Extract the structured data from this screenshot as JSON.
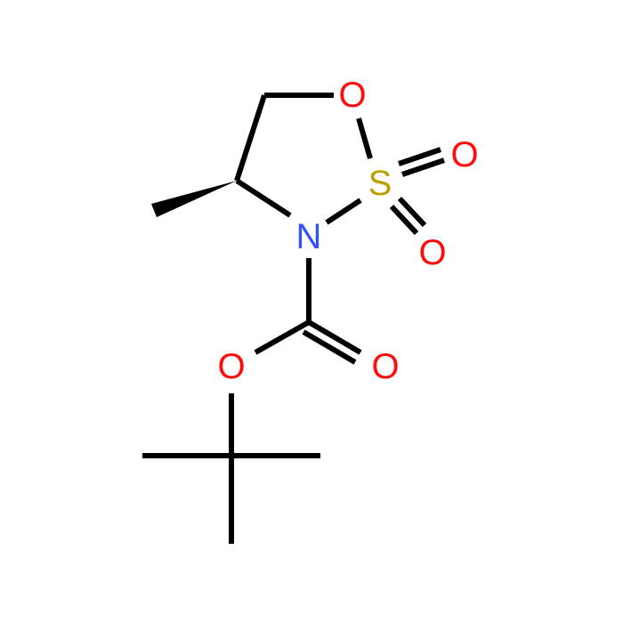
{
  "molecule": {
    "atoms": {
      "o_ring": {
        "symbol": "O",
        "color": "#ff0d0d"
      },
      "s": {
        "symbol": "S",
        "color": "#b8a000"
      },
      "o_sulfonyl_1": {
        "symbol": "O",
        "color": "#ff0d0d"
      },
      "o_sulfonyl_2": {
        "symbol": "O",
        "color": "#ff0d0d"
      },
      "n": {
        "symbol": "N",
        "color": "#3050f8"
      },
      "o_ester": {
        "symbol": "O",
        "color": "#ff0d0d"
      },
      "o_carbonyl": {
        "symbol": "O",
        "color": "#ff0d0d"
      }
    },
    "bond_color": "#000000",
    "stereo": "wedge"
  }
}
